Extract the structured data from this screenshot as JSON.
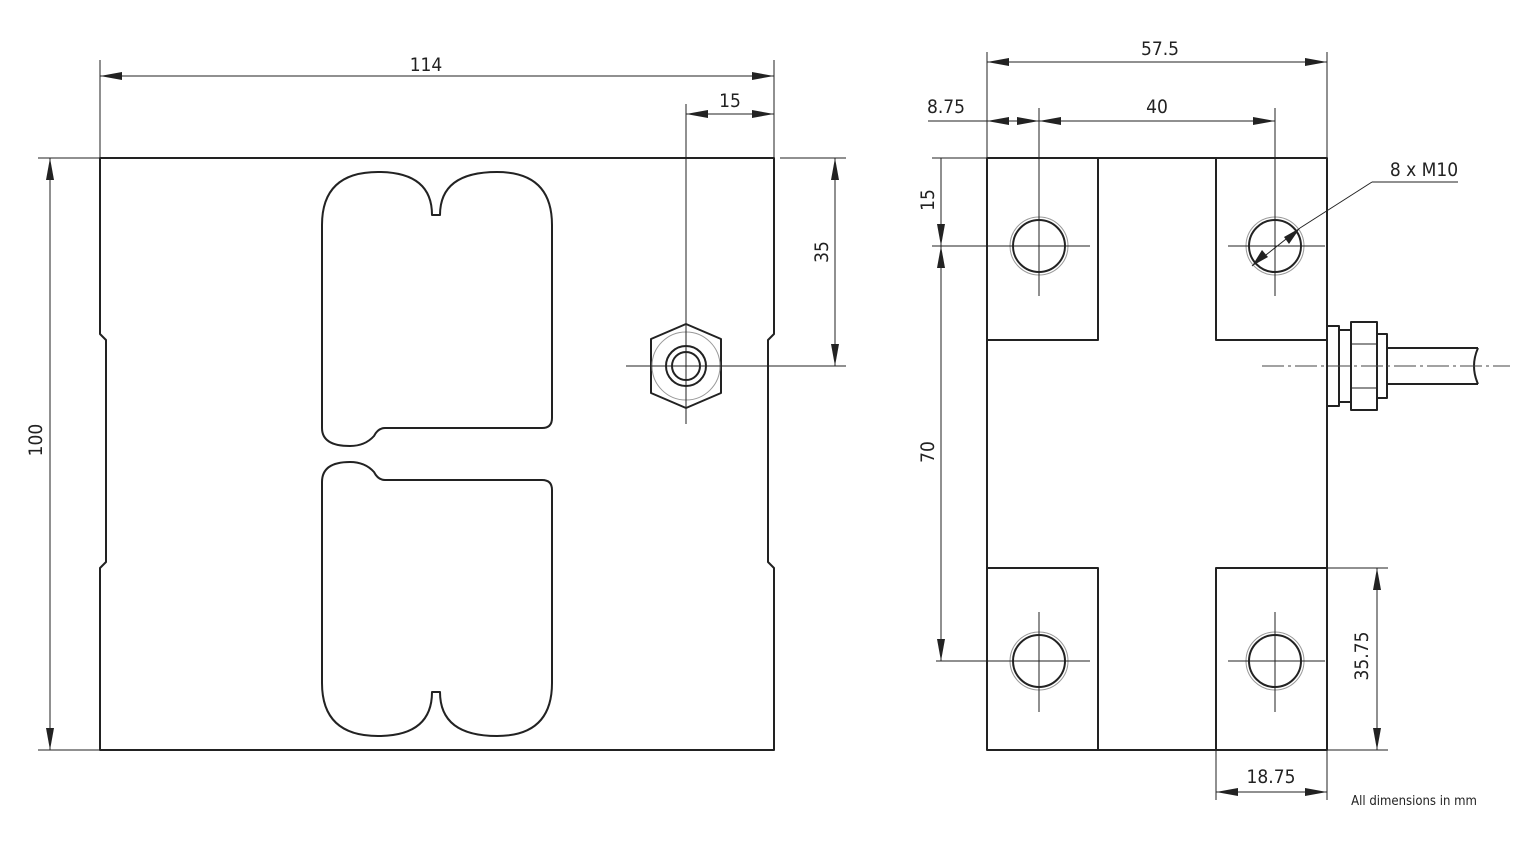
{
  "drawing": {
    "front_view": {
      "dims": {
        "width": "114",
        "bolt_offset": "15",
        "height": "100",
        "bolt_height": "35"
      }
    },
    "side_view": {
      "dims": {
        "width": "57.5",
        "edge_offset": "8.75",
        "hole_spacing_x": "40",
        "top_offset": "15",
        "hole_spacing_y": "70",
        "pad_height": "35.75",
        "pad_width": "18.75"
      },
      "hole_callout": "8 x M10"
    },
    "units_note": "All dimensions in mm"
  }
}
